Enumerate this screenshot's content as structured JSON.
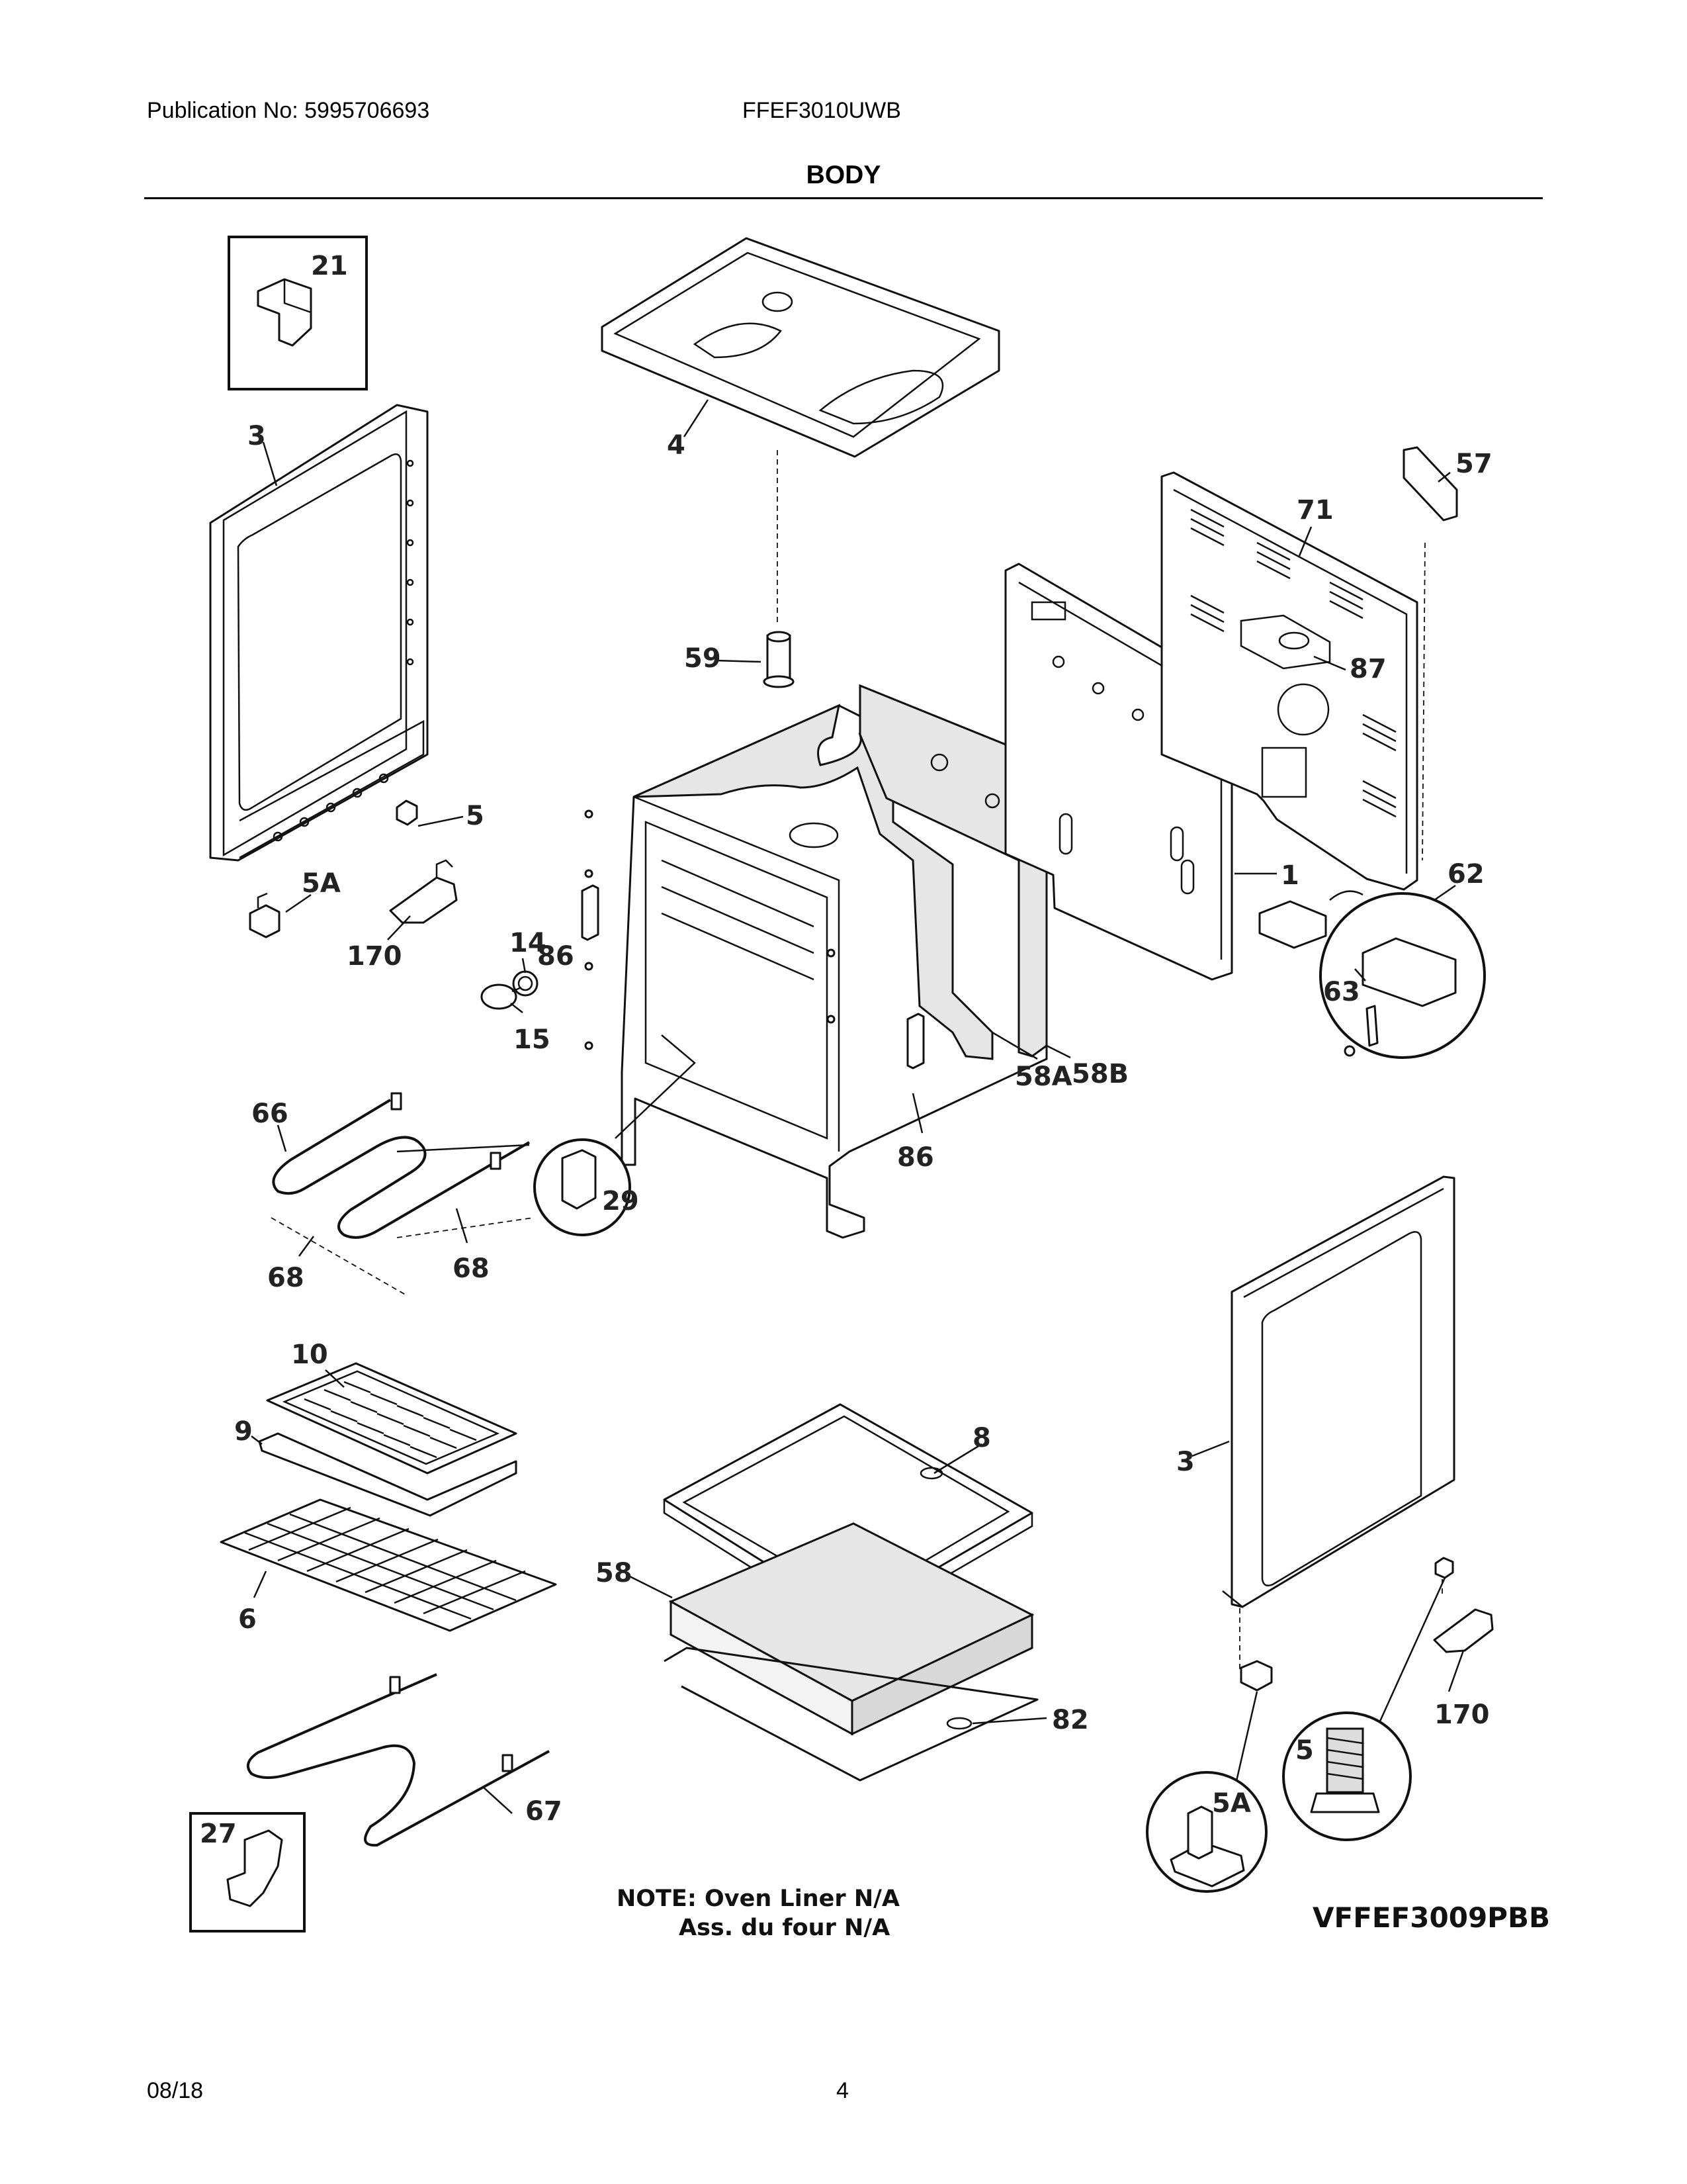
{
  "header": {
    "publication": "Publication No: 5995706693",
    "model": "FFEF3010UWB",
    "section_title": "BODY"
  },
  "footer": {
    "date": "08/18",
    "page_number": "4"
  },
  "diagram": {
    "callouts": {
      "c21": "21",
      "c3a": "3",
      "c4": "4",
      "c57": "57",
      "c71": "71",
      "c87": "87",
      "c59": "59",
      "c5a": "5",
      "c5aa": "5A",
      "c170a": "170",
      "c14": "14",
      "c86a": "86",
      "c15": "15",
      "c1": "1",
      "c62": "62",
      "c63": "63",
      "c58a": "58A",
      "c58b": "58B",
      "c66": "66",
      "c29": "29",
      "c86b": "86",
      "c68a": "68",
      "c68b": "68",
      "c10": "10",
      "c9": "9",
      "c8": "8",
      "c3b": "3",
      "c6": "6",
      "c58": "58",
      "c82": "82",
      "c170b": "170",
      "c5b": "5",
      "c5ab": "5A",
      "c67": "67",
      "c27": "27"
    },
    "note_line1": "NOTE: Oven Liner N/A",
    "note_line2": "Ass. du four N/A",
    "diagram_code": "VFFEF3009PBB"
  }
}
